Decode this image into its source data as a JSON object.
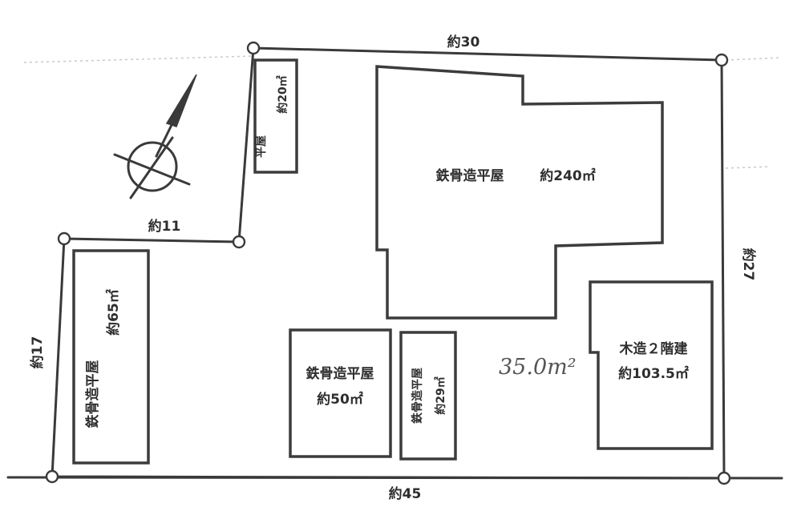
{
  "dimensions": {
    "top": "約30",
    "right": "約27",
    "bottom": "約45",
    "left": "約17",
    "step": "約11"
  },
  "buildings": {
    "top_narrow": {
      "line1": "平屋",
      "line2": "約20㎡"
    },
    "main": {
      "label": "鉄骨造平屋",
      "area": "約240㎡"
    },
    "left": {
      "label": "鉄骨造平屋",
      "area": "約65㎡"
    },
    "center_a": {
      "label": "鉄骨造平屋",
      "area": "約50㎡"
    },
    "center_b": {
      "label": "鉄骨造平屋",
      "area": "約29㎡"
    },
    "right": {
      "label": "木造２階建",
      "area": "約103.5㎡"
    }
  },
  "annotation": {
    "handwritten": "35.0m²"
  },
  "icons": {
    "north_arrow": "compass-north-icon"
  },
  "colors": {
    "line": "#3a3a3a",
    "text": "#2e2e2e"
  }
}
